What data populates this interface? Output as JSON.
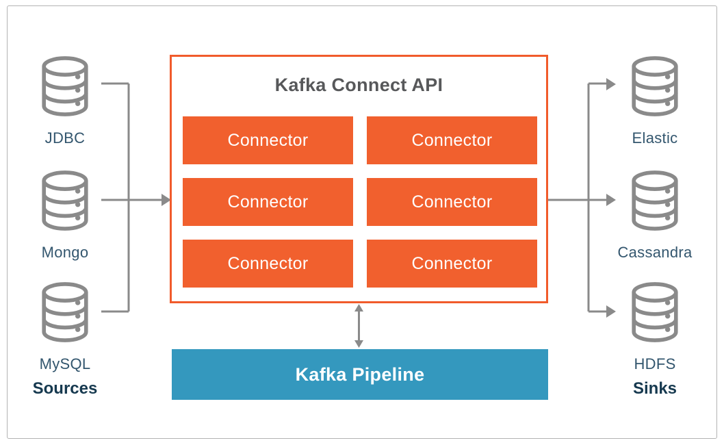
{
  "colors": {
    "accent_orange": "#F1602E",
    "pipeline_blue": "#3498BE",
    "wire_gray": "#8A8A8A",
    "title_gray": "#57585A",
    "label_slate": "#33566E",
    "heading_navy": "#16394F",
    "background": "#FFFFFF"
  },
  "connect_api": {
    "title": "Kafka Connect API",
    "connectors": [
      "Connector",
      "Connector",
      "Connector",
      "Connector",
      "Connector",
      "Connector"
    ]
  },
  "pipeline": {
    "label": "Kafka Pipeline"
  },
  "sources": {
    "heading": "Sources",
    "items": [
      {
        "label": "JDBC",
        "icon": "database-icon"
      },
      {
        "label": "Mongo",
        "icon": "database-icon"
      },
      {
        "label": "MySQL",
        "icon": "database-icon"
      }
    ]
  },
  "sinks": {
    "heading": "Sinks",
    "items": [
      {
        "label": "Elastic",
        "icon": "database-icon"
      },
      {
        "label": "Cassandra",
        "icon": "database-icon"
      },
      {
        "label": "HDFS",
        "icon": "database-icon"
      }
    ]
  }
}
